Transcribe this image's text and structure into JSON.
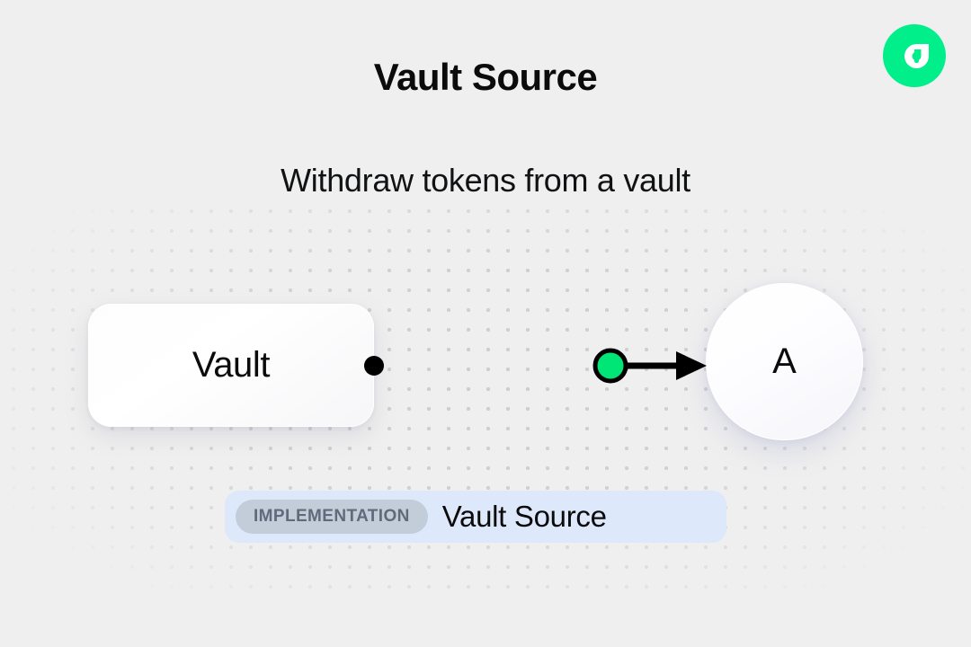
{
  "header": {
    "title": "Vault Source",
    "subtitle": "Withdraw tokens from a vault",
    "logo_icon": "flow-logo-icon",
    "logo_color": "#00ef8b"
  },
  "diagram": {
    "source_node": {
      "label": "Vault",
      "shape": "rounded-rectangle",
      "port_icon": "source-port-dot",
      "port_color": "#000000"
    },
    "target_node": {
      "label": "A",
      "shape": "circle"
    },
    "edge": {
      "marker_icon": "edge-midpoint-dot",
      "marker_color": "#00e676",
      "marker_stroke": "#000000",
      "arrow_icon": "arrow-head-icon",
      "line_color": "#000000"
    },
    "background_pattern": {
      "kind": "dot-grid",
      "dot_color": "#c9cbce"
    }
  },
  "footer": {
    "badge_label": "IMPLEMENTATION",
    "implementation_name": "Vault Source",
    "badge_bg": "#c3cdda",
    "badge_text_color": "#61697a",
    "bar_bg": "#dee8fb"
  }
}
